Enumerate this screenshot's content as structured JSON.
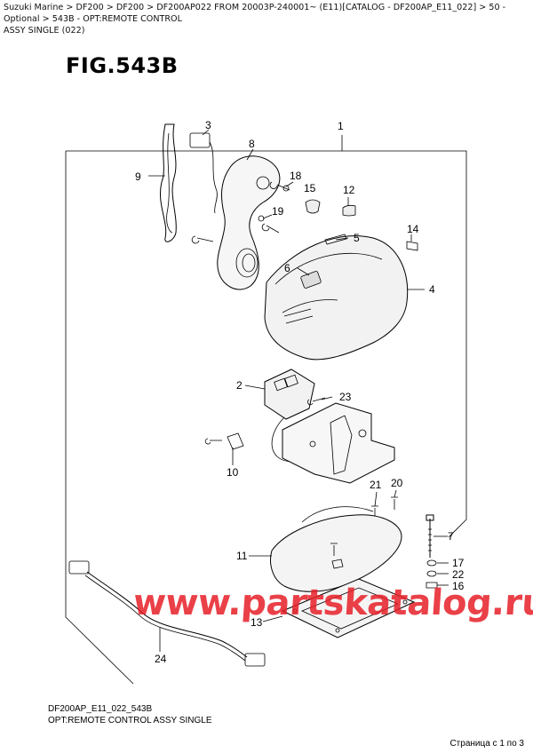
{
  "breadcrumb": {
    "line1": [
      "Suzuki Marine",
      "DF200",
      "DF200",
      "DF200AP022 FROM 20003P-240001~ (E11)[CATALOG - DF200AP_E11_022]",
      "50 - Optional",
      "543B - OPT:REMOTE CONTROL"
    ],
    "line2": "ASSY SINGLE (022)",
    "separator": " > "
  },
  "figure_label": "FIG.543B",
  "callouts": [
    "1",
    "2",
    "3",
    "4",
    "5",
    "6",
    "7",
    "8",
    "9",
    "10",
    "11",
    "12",
    "13",
    "14",
    "15",
    "16",
    "17",
    "18",
    "19",
    "20",
    "21",
    "22",
    "23",
    "24"
  ],
  "footer": {
    "code": "DF200AP_E11_022_543B",
    "title": "OPT:REMOTE CONTROL ASSY SINGLE",
    "page": "Страница с 1 по 3"
  },
  "watermark": "www.partskatalog.ru",
  "colors": {
    "watermark": "#e61e28",
    "line": "#000000"
  }
}
